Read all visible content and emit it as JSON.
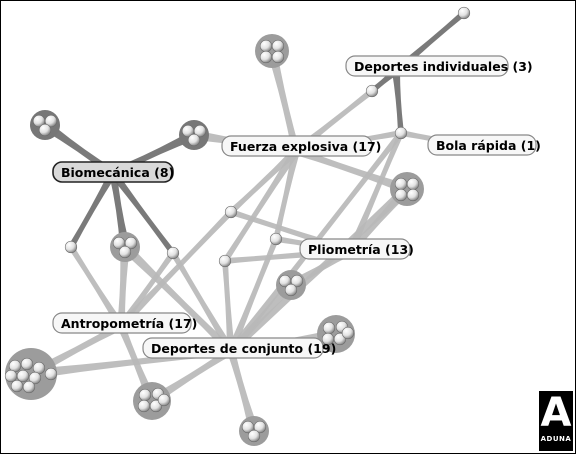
{
  "categories": [
    {
      "key": "deportes_individuales",
      "label": "Deportes individuales (3)",
      "count": 3
    },
    {
      "key": "fuerza_explosiva",
      "label": "Fuerza explosiva (17)",
      "count": 17
    },
    {
      "key": "bola_rapida",
      "label": "Bola rápida (1)",
      "count": 1
    },
    {
      "key": "biomecanica",
      "label": "Biomecánica (8)",
      "count": 8
    },
    {
      "key": "pliometria",
      "label": "Pliometría (13)",
      "count": 13
    },
    {
      "key": "antropometria",
      "label": "Antropometría (17)",
      "count": 17
    },
    {
      "key": "deportes_conjunto",
      "label": "Deportes de conjunto (19)",
      "count": 19
    }
  ],
  "logo": {
    "letter": "A",
    "name": "ADUNA"
  }
}
